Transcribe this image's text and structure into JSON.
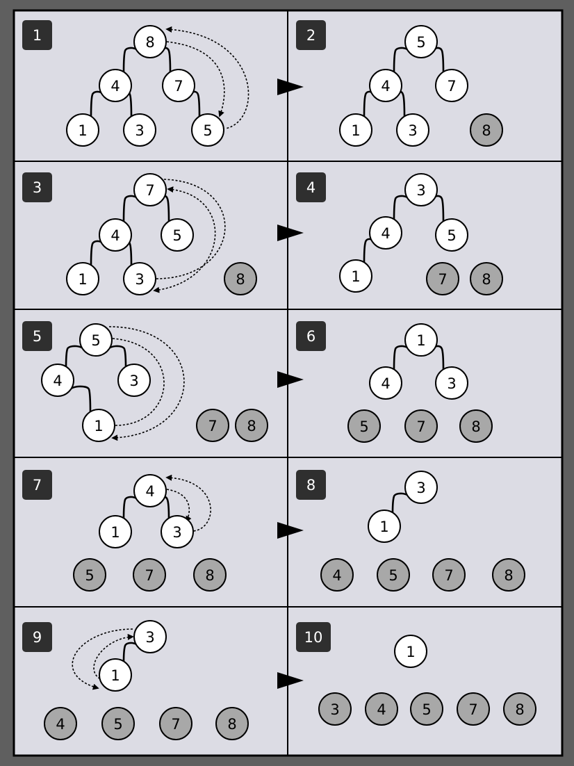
{
  "colors": {
    "background": "#5f5f5f",
    "panel": "#dcdce4",
    "heap_node": "#ffffff",
    "sorted_node": "#a8a8a8",
    "badge": "#2f2f2f",
    "badge_text": "#ffffff"
  },
  "panels": [
    {
      "label": "1",
      "heap": [
        "8",
        "4",
        "7",
        "1",
        "3",
        "5"
      ],
      "sorted": [],
      "swap": [
        "8",
        "5"
      ]
    },
    {
      "label": "2",
      "heap": [
        "5",
        "4",
        "7",
        "1",
        "3"
      ],
      "sorted": [
        "8"
      ]
    },
    {
      "label": "3",
      "heap": [
        "7",
        "4",
        "5",
        "1",
        "3"
      ],
      "sorted": [
        "8"
      ],
      "swap": [
        "7",
        "3"
      ]
    },
    {
      "label": "4",
      "heap": [
        "3",
        "4",
        "5",
        "1"
      ],
      "sorted": [
        "7",
        "8"
      ]
    },
    {
      "label": "5",
      "heap": [
        "5",
        "4",
        "3",
        "1"
      ],
      "sorted": [
        "7",
        "8"
      ],
      "swap": [
        "5",
        "1"
      ]
    },
    {
      "label": "6",
      "heap": [
        "1",
        "4",
        "3"
      ],
      "sorted": [
        "5",
        "7",
        "8"
      ]
    },
    {
      "label": "7",
      "heap": [
        "4",
        "1",
        "3"
      ],
      "sorted": [
        "5",
        "7",
        "8"
      ],
      "swap": [
        "4",
        "3"
      ]
    },
    {
      "label": "8",
      "heap": [
        "3",
        "1"
      ],
      "sorted": [
        "4",
        "5",
        "7",
        "8"
      ]
    },
    {
      "label": "9",
      "heap": [
        "3",
        "1"
      ],
      "sorted": [
        "4",
        "5",
        "7",
        "8"
      ],
      "swap": [
        "3",
        "1"
      ]
    },
    {
      "label": "10",
      "heap": [
        "1"
      ],
      "sorted": [
        "3",
        "4",
        "5",
        "7",
        "8"
      ]
    }
  ]
}
